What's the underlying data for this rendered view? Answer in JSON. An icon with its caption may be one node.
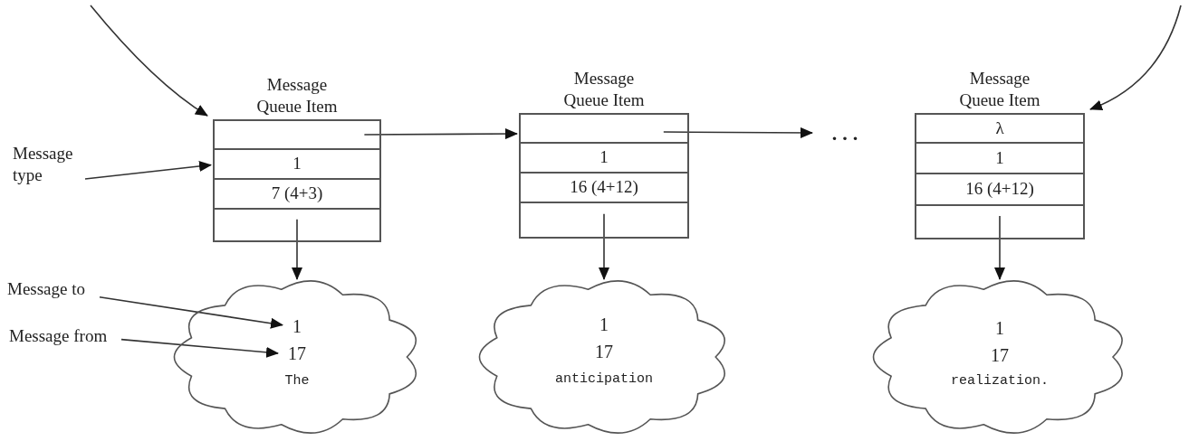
{
  "diagram": {
    "nodes": [
      {
        "text": [
          "Message Queue Item"
        ]
      },
      {
        "text": [],
        "shape": "box",
        "in": 0
      },
      {
        "text": [
          "1"
        ],
        "in": 0
      },
      {
        "text": [
          "7 (4+3)"
        ],
        "in": 0
      },
      {
        "text": [],
        "shape": "box",
        "in": 0
      },
      {
        "text": [
          "Message Queue Item"
        ]
      },
      {
        "text": [],
        "shape": "box",
        "in": 5
      },
      {
        "text": [
          "1"
        ],
        "in": 5
      },
      {
        "text": [
          "16 (4+12)"
        ],
        "in": 5
      },
      {
        "text": [],
        "shape": "box",
        "in": 5
      },
      {
        "text": [
          "..."
        ]
      },
      {
        "text": [
          "Message Queue Item"
        ]
      },
      {
        "text": [
          "λ"
        ],
        "in": 11
      },
      {
        "text": [
          "1"
        ],
        "in": 11
      },
      {
        "text": [
          "16 (4+12)"
        ],
        "in": 11
      },
      {
        "text": [],
        "shape": "box",
        "in": 11
      },
      {
        "text": [
          "Message type"
        ]
      },
      {
        "text": [
          "Message to"
        ]
      },
      {
        "text": [
          "Message from"
        ]
      },
      {
        "text": [],
        "shape": "cloud"
      },
      {
        "text": [
          "1"
        ],
        "in": 19
      },
      {
        "text": [
          "17"
        ],
        "in": 19
      },
      {
        "text": [
          "The"
        ],
        "in": 19
      },
      {
        "text": [],
        "shape": "cloud"
      },
      {
        "text": [
          "1"
        ],
        "in": 23
      },
      {
        "text": [
          "17"
        ],
        "in": 23
      },
      {
        "text": [
          "anticipation"
        ],
        "in": 23
      },
      {
        "text": [],
        "shape": "cloud"
      },
      {
        "text": [
          "1"
        ],
        "in": 27
      },
      {
        "text": [
          "17"
        ],
        "in": 27
      },
      {
        "text": [
          "realization."
        ],
        "in": 27
      }
    ],
    "edges": [
      {
        "from": null,
        "to": 0,
        "arrow": "to"
      },
      {
        "from": null,
        "to": 11,
        "arrow": "to"
      },
      {
        "from": 1,
        "to": 5,
        "arrow": "to"
      },
      {
        "from": 6,
        "to": 10,
        "arrow": "to"
      },
      {
        "from": 16,
        "to": 2,
        "arrow": "to"
      },
      {
        "from": 4,
        "to": 19,
        "arrow": "to"
      },
      {
        "from": 9,
        "to": 23,
        "arrow": "to"
      },
      {
        "from": 15,
        "to": 27,
        "arrow": "to"
      },
      {
        "from": 17,
        "to": 20,
        "arrow": "to"
      },
      {
        "from": 18,
        "to": 21,
        "arrow": "to"
      }
    ]
  }
}
